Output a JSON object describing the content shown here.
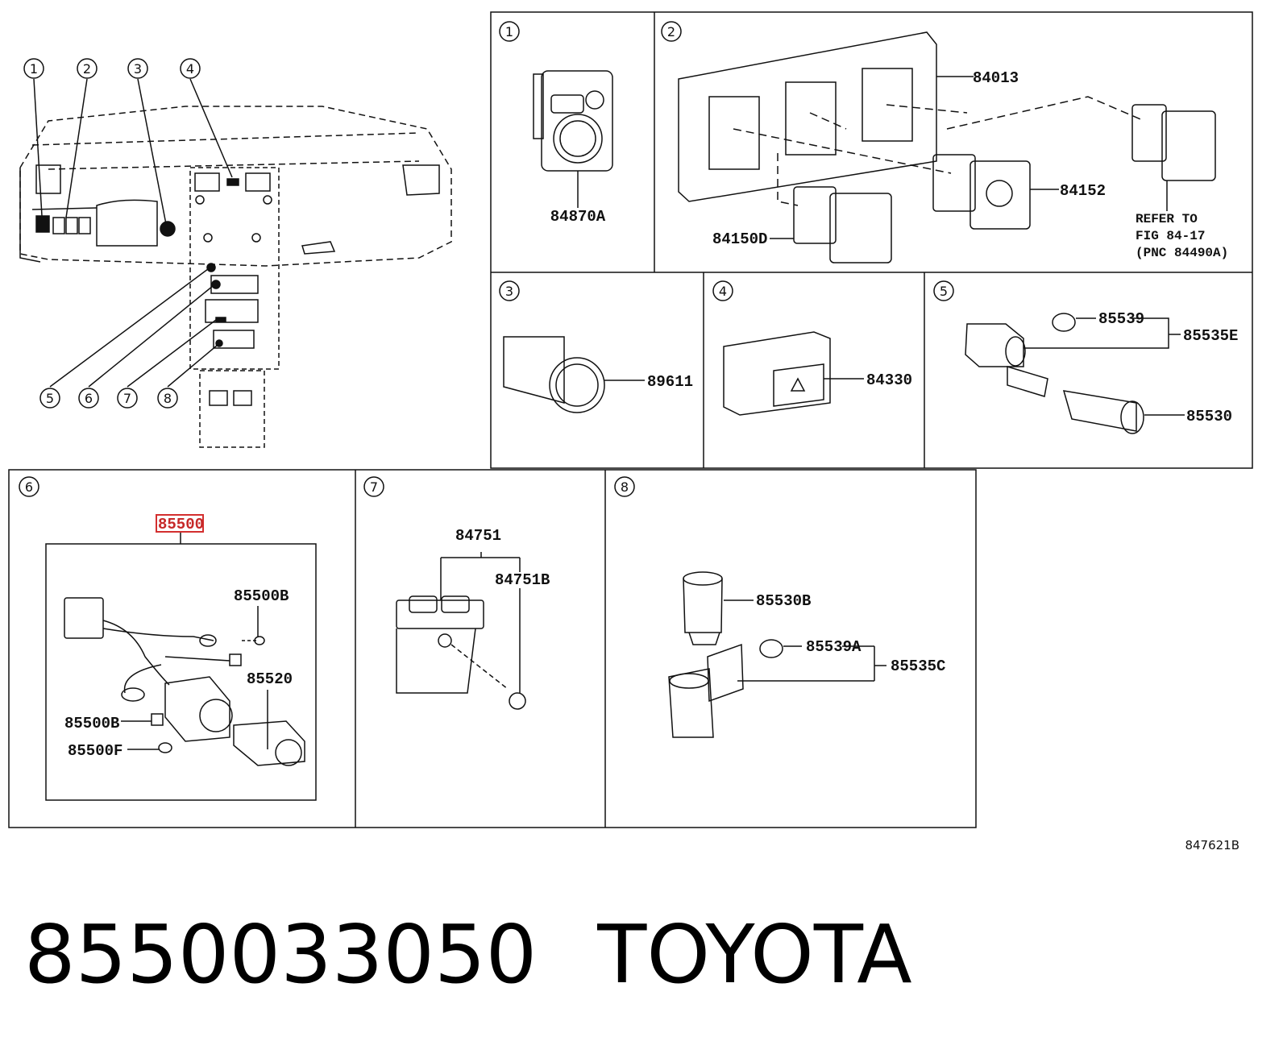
{
  "panels": {
    "p1": {
      "index": "1",
      "parts": [
        "84870A"
      ]
    },
    "p2": {
      "index": "2",
      "parts": [
        "84013",
        "84152",
        "84150D"
      ],
      "reference": [
        "REFER TO",
        "FIG 84-17",
        "(PNC 84490A)"
      ]
    },
    "p3": {
      "index": "3",
      "parts": [
        "89611"
      ]
    },
    "p4": {
      "index": "4",
      "parts": [
        "84330"
      ]
    },
    "p5": {
      "index": "5",
      "parts": [
        "85539",
        "85535E",
        "85530"
      ]
    },
    "p6": {
      "index": "6",
      "parts": [
        "85500",
        "85500B",
        "85520",
        "85500B",
        "85500F"
      ]
    },
    "p7": {
      "index": "7",
      "parts": [
        "84751",
        "84751B"
      ]
    },
    "p8": {
      "index": "8",
      "parts": [
        "85530B",
        "85539A",
        "85535C"
      ]
    }
  },
  "overview_callouts": [
    "1",
    "2",
    "3",
    "4",
    "5",
    "6",
    "7",
    "8"
  ],
  "highlight": {
    "part": "85500",
    "color": "#d32f2f"
  },
  "figure_code": "847621B",
  "footer": {
    "part_number": "8550033050",
    "brand": "TOYOTA"
  }
}
